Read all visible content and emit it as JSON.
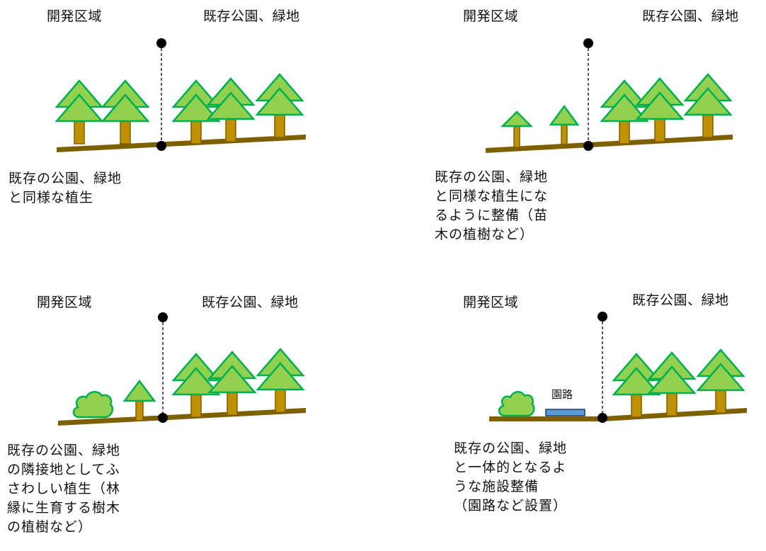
{
  "colors": {
    "tree_fill": "#92d050",
    "tree_stroke": "#00b050",
    "trunk_fill": "#bf9000",
    "trunk_stroke": "#7f6000",
    "ground": "#7f6000",
    "path_fill": "#5b9bd5",
    "path_stroke": "#1f3864",
    "marker": "#000000"
  },
  "panels": [
    {
      "development_label": "開発区域",
      "existing_label": "既存公園、緑地",
      "description_lines": [
        "既存の公園、緑地",
        "と同様な植生"
      ]
    },
    {
      "development_label": "開発区域",
      "existing_label": "既存公園、緑地",
      "description_lines": [
        "既存の公園、緑地",
        "と同様な植生にな",
        "るように整備（苗",
        "木の植樹など）"
      ]
    },
    {
      "development_label": "開発区域",
      "existing_label": "既存公園、緑地",
      "description_lines": [
        "既存の公園、緑地",
        "の隣接地としてふ",
        "さわしい植生（林",
        "縁に生育する樹木",
        "の植樹など）"
      ]
    },
    {
      "development_label": "開発区域",
      "existing_label": "既存公園、緑地",
      "path_label": "園路",
      "description_lines": [
        "既存の公園、緑地",
        "と一体的となるよ",
        "うな施設整備",
        "（園路など設置）"
      ]
    }
  ]
}
